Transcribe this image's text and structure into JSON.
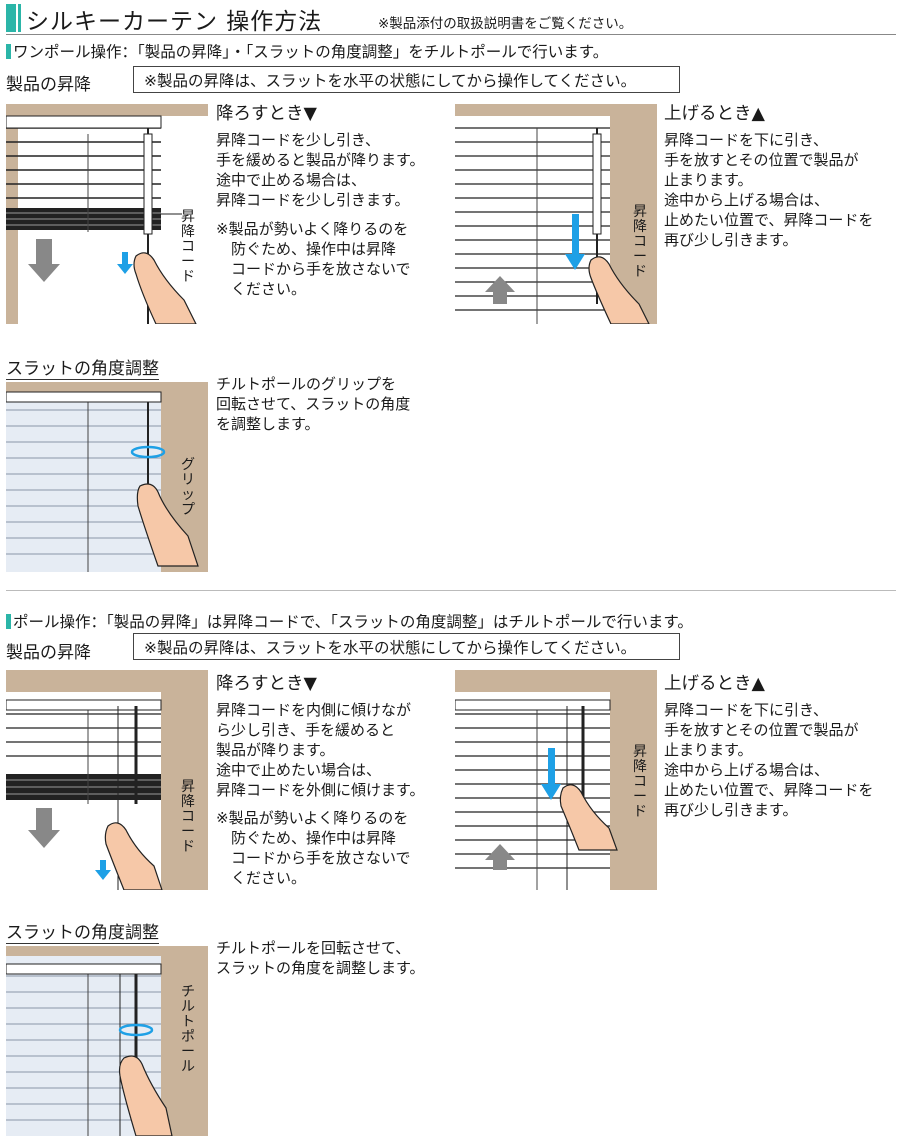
{
  "header": {
    "title": "シルキーカーテン 操作方法",
    "note": "※製品添付の取扱説明書をご覧ください。"
  },
  "section1": {
    "heading": "ワンポール操作：「製品の昇降」・「スラットの角度調整」をチルトポールで行います。",
    "raise_label": "製品の昇降",
    "raise_note": "※製品の昇降は、スラットを水平の状態にしてから操作してください。",
    "down": {
      "title": "降ろすとき▼",
      "text": "昇降コードを少し引き、\n手を緩めると製品が降ります。\n途中で止める場合は、\n昇降コードを少し引きます。",
      "caution": "※製品が勢いよく降りるのを\n　防ぐため、操作中は昇降\n　コードから手を放さないで\n　ください。",
      "cord_label": "昇降コード"
    },
    "up": {
      "title": "上げるとき▲",
      "text": "昇降コードを下に引き、\n手を放すとその位置で製品が\n止まります。\n途中から上げる場合は、\n止めたい位置で、昇降コードを\n再び少し引きます。",
      "cord_label": "昇降コード"
    },
    "slat_label": "スラットの角度調整",
    "slat_text": "チルトポールのグリップを\n回転させて、スラットの角度\nを調整します。",
    "grip_label": "グリップ"
  },
  "section2": {
    "heading": "ポール操作：「製品の昇降」は昇降コードで、「スラットの角度調整」はチルトポールで行います。",
    "raise_label": "製品の昇降",
    "raise_note": "※製品の昇降は、スラットを水平の状態にしてから操作してください。",
    "down": {
      "title": "降ろすとき▼",
      "text": "昇降コードを内側に傾けなが\nら少し引き、手を緩めると\n製品が降ります。\n途中で止めたい場合は、\n昇降コードを外側に傾けます。",
      "caution": "※製品が勢いよく降りるのを\n　防ぐため、操作中は昇降\n　コードから手を放さないで\n　ください。",
      "cord_label": "昇降コード"
    },
    "up": {
      "title": "上げるとき▲",
      "text": "昇降コードを下に引き、\n手を放すとその位置で製品が\n止まります。\n途中から上げる場合は、\n止めたい位置で、昇降コードを\n再び少し引きます。",
      "cord_label": "昇降コード"
    },
    "slat_label": "スラットの角度調整",
    "slat_text": "チルトポールを回転させて、\nスラットの角度を調整します。",
    "pole_label": "チルトポール"
  },
  "colors": {
    "accent": "#2bb5a8",
    "arrow_blue": "#1ea0e6",
    "frame": "#c9b39a",
    "slat_fill": "#e6ecf4",
    "skin": "#f6c8a8"
  }
}
